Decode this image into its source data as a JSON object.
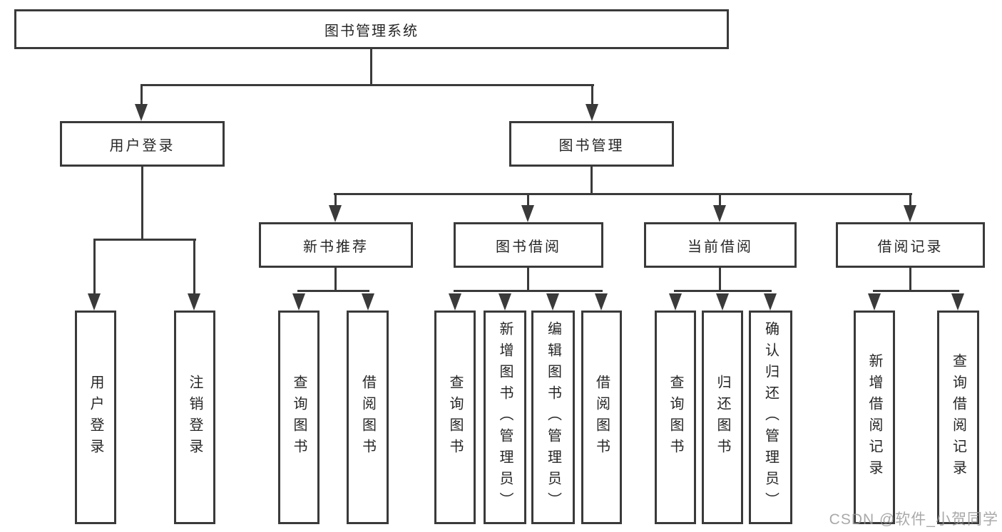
{
  "diagram": {
    "type": "hierarchy-tree",
    "root": {
      "label": "图书管理系统"
    },
    "level2": [
      {
        "label": "用户登录"
      },
      {
        "label": "图书管理"
      }
    ],
    "level3": [
      {
        "label": "新书推荐",
        "parent": "图书管理"
      },
      {
        "label": "图书借阅",
        "parent": "图书管理"
      },
      {
        "label": "当前借阅",
        "parent": "图书管理"
      },
      {
        "label": "借阅记录",
        "parent": "图书管理"
      }
    ],
    "leaves": [
      {
        "label": "用户登录",
        "parent": "用户登录"
      },
      {
        "label": "注销登录",
        "parent": "用户登录"
      },
      {
        "label": "查询图书",
        "parent": "新书推荐"
      },
      {
        "label": "借阅图书",
        "parent": "新书推荐"
      },
      {
        "label": "查询图书",
        "parent": "图书借阅"
      },
      {
        "label": "新增图书（管理员）",
        "parent": "图书借阅"
      },
      {
        "label": "编辑图书（管理员）",
        "parent": "图书借阅"
      },
      {
        "label": "借阅图书",
        "parent": "图书借阅"
      },
      {
        "label": "查询图书",
        "parent": "当前借阅"
      },
      {
        "label": "归还图书",
        "parent": "当前借阅"
      },
      {
        "label": "确认归还（管理员）",
        "parent": "当前借阅"
      },
      {
        "label": "新增借阅记录",
        "parent": "借阅记录"
      },
      {
        "label": "查询借阅记录",
        "parent": "借阅记录"
      }
    ]
  },
  "watermark": {
    "text": "CSDN @软件_小贺同学"
  },
  "colors": {
    "line": "#3a3a3a",
    "text": "#262626",
    "background": "#ffffff",
    "watermark": "#969696"
  }
}
